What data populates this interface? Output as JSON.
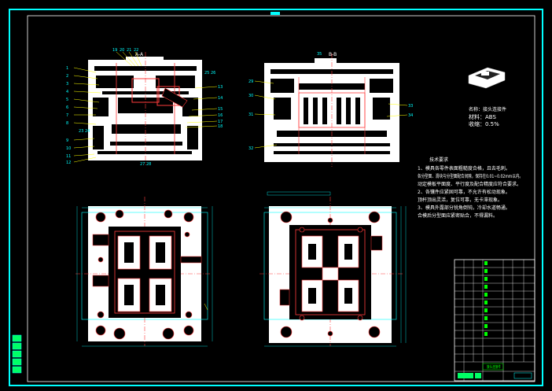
{
  "colors": {
    "background": "#000000",
    "frame": "#00ffff",
    "part_fill": "#ffffff",
    "cut_line": "#ff3b3b",
    "center_line": "#ff3b3b",
    "dimension": "#00ffff",
    "leader": "#ffff00",
    "title_text": "#00ff00"
  },
  "section_views": {
    "left_label": "A-A",
    "right_label": "B-B",
    "left_balloons": [
      "1",
      "2",
      "3",
      "4",
      "5",
      "6",
      "7",
      "8",
      "9",
      "10",
      "11",
      "12",
      "13",
      "14",
      "15",
      "16",
      "17",
      "18",
      "19",
      "20",
      "21",
      "22",
      "23",
      "24",
      "25",
      "26",
      "27",
      "28"
    ],
    "right_balloons": [
      "29",
      "30",
      "31",
      "32",
      "33",
      "34",
      "35"
    ]
  },
  "part_info": {
    "name_label": "名称：",
    "name_value": "接头连接件",
    "material_label": "材料：",
    "material_value": "ABS",
    "shrink_label": "收缩：",
    "shrink_value": "0.5%"
  },
  "tech_requirements": {
    "title": "技术要求",
    "lines": [
      "1、模具各零件表面粗糙度合格，且去毛刺。",
      "各分型面、滑块与分型面配合间隙，保持在0.01~0.02mm以内。",
      "动定模板平面度、平行度及配合精度应符合要求。",
      "2、各镶件应紧固可靠，不允许有松动现象。",
      "顶杆顶出灵活，复位可靠，无卡滞现象。",
      "3、模具外露部分锐角倒钝，冷却水道畅通。",
      "合模后分型面应紧密贴合，不得漏料。"
    ]
  },
  "title_block": {
    "heading": "接头连接件"
  }
}
